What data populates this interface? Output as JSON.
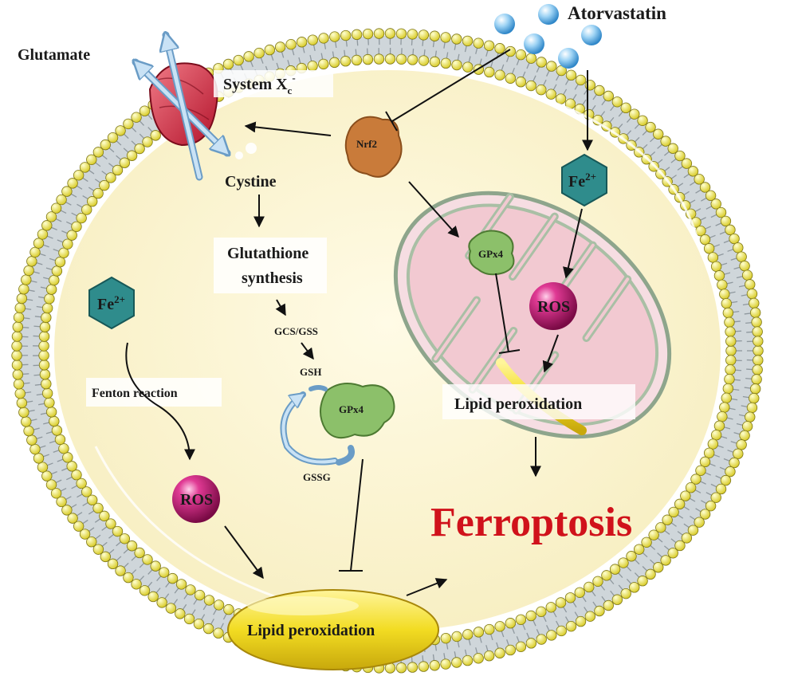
{
  "labels": {
    "atorvastatin": "Atorvastatin",
    "glutamate": "Glutamate",
    "system_xc_main": "System X",
    "system_xc_sub": "c",
    "system_xc_sup": "-",
    "nrf2": "Nrf2",
    "cystine": "Cystine",
    "glutathione_line1": "Glutathione",
    "glutathione_line2": "synthesis",
    "gcs_gss": "GCS/GSS",
    "gsh": "GSH",
    "gssg": "GSSG",
    "gpx4_cytosol": "GPx4",
    "gpx4_mito": "GPx4",
    "fe_left": "Fe",
    "fe_right": "Fe",
    "fe_charge": "2+",
    "fenton": "Fenton reaction",
    "ros_left": "ROS",
    "ros_right": "ROS",
    "lipid_perox_mito": "Lipid peroxidation",
    "lipid_perox_bottom": "Lipid peroxidation",
    "ferroptosis": "Ferroptosis"
  },
  "colors": {
    "membrane_head": "#f4ec6a",
    "cytoplasm": "#fbf3cf",
    "mito_outer": "#f6dde2",
    "mito_inner": "#f2c9d1",
    "gpx4": "#8cc06a",
    "nrf2": "#c97b3a",
    "fe_hex": "#2f8c8c",
    "ros": "#c2186b",
    "droplet": "#f0dd2e",
    "ferroptosis_text": "#d0121b"
  }
}
